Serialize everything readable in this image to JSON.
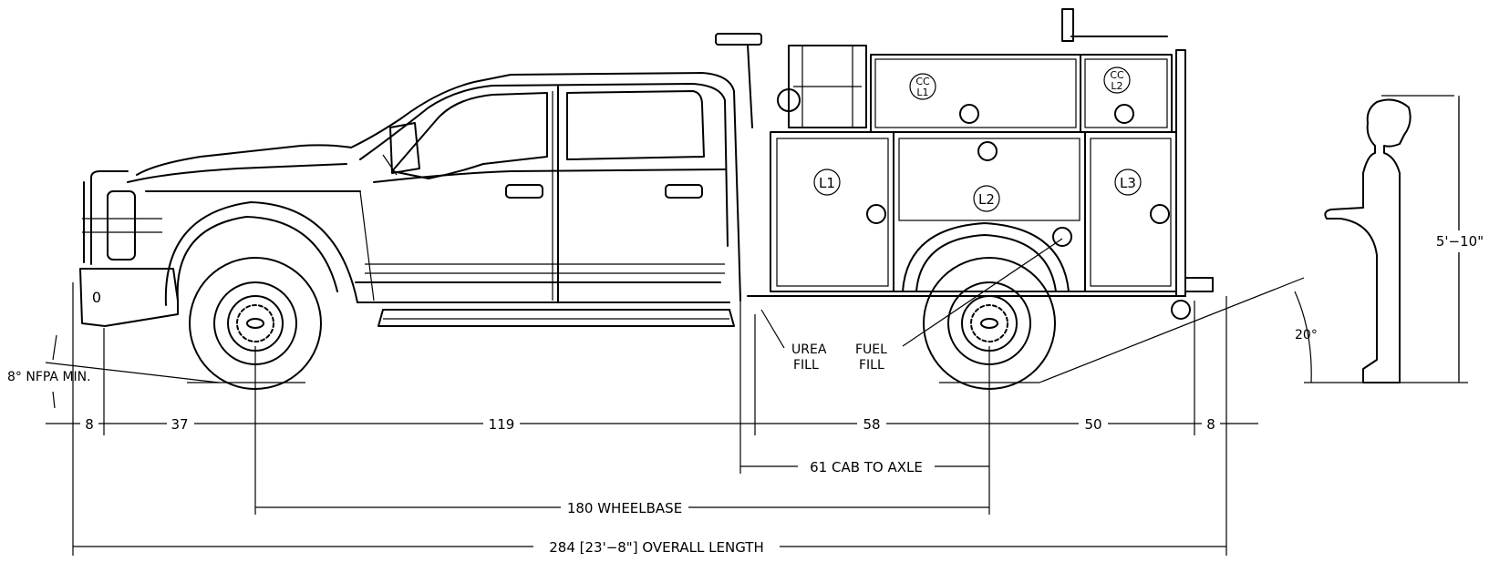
{
  "labels": {
    "nfpa_angle": "8° NFPA MIN.",
    "rear_angle": "20°",
    "person_height": "5'−10\"",
    "urea_fill_1": "UREA",
    "urea_fill_2": "FILL",
    "fuel_fill_1": "FUEL",
    "fuel_fill_2": "FILL",
    "front_bumper_mark": "0"
  },
  "compartments": {
    "cc_l1_1": "CC",
    "cc_l1_2": "L1",
    "cc_l2_1": "CC",
    "cc_l2_2": "L2",
    "l1": "L1",
    "l2": "L2",
    "l3": "L3"
  },
  "dimensions": {
    "front_overhang_bumper": "8",
    "front_overhang": "37",
    "cab_span": "119",
    "cab_to_axle_part": "58",
    "rear_overhang": "50",
    "rear_bumper": "8",
    "cab_to_axle": "61 CAB TO AXLE",
    "wheelbase": "180 WHEELBASE",
    "overall_length": "284 [23'−8\"] OVERALL LENGTH"
  }
}
